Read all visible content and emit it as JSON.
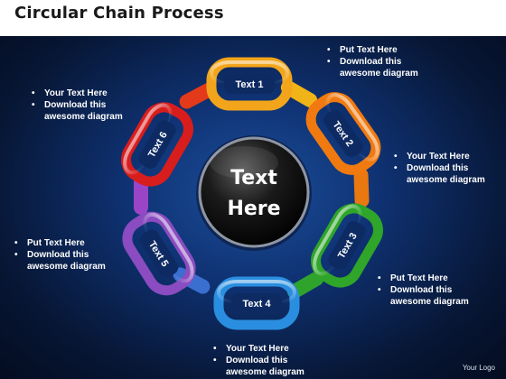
{
  "title": "Circular Chain Process",
  "center_text": [
    "Text",
    "Here"
  ],
  "links": [
    {
      "label": "Text 1",
      "color": "#f2a51a"
    },
    {
      "label": "Text 2",
      "color": "#f07a10"
    },
    {
      "label": "Text 3",
      "color": "#2fa52a"
    },
    {
      "label": "Text 4",
      "color": "#2a8ee0"
    },
    {
      "label": "Text 5",
      "color": "#8a4cc0"
    },
    {
      "label": "Text 6",
      "color": "#d81d1d"
    }
  ],
  "notes": {
    "top_right": [
      "Put Text Here",
      "Download this awesome diagram"
    ],
    "right_upper": [
      "Your Text Here",
      "Download this awesome diagram"
    ],
    "right_lower": [
      "Put Text Here",
      "Download this awesome diagram"
    ],
    "bottom": [
      "Your Text Here",
      "Download this awesome diagram"
    ],
    "left_lower": [
      "Put Text Here",
      "Download this awesome diagram"
    ],
    "left_upper": [
      "Your Text Here",
      "Download this awesome diagram"
    ]
  },
  "footer": "Your Logo"
}
